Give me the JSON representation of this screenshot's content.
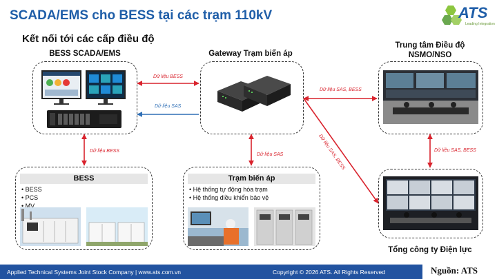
{
  "header": {
    "title": "SCADA/EMS cho BESS tại các trạm 110kV",
    "subtitle": "Kết nối tới các cấp điều độ"
  },
  "logo": {
    "text": "ATS",
    "tagline": "Leading Integration"
  },
  "nodes": {
    "bess_scada": {
      "title": "BESS SCADA/EMS"
    },
    "gateway": {
      "title": "Gateway Trạm biến áp"
    },
    "control_center": {
      "title_line1": "Trung tâm Điều độ",
      "title_line2": "NSMO/NSO"
    },
    "bess": {
      "heading": "BESS",
      "items": [
        "BESS",
        "PCS",
        "MV"
      ]
    },
    "substation": {
      "heading": "Trạm biến áp",
      "items": [
        "Hệ thống tự động hóa trạm",
        "Hệ thống điều khiển bảo vệ"
      ]
    },
    "utility": {
      "title": "Tổng công ty Điện lực"
    }
  },
  "links": {
    "scada_to_gateway": "Dữ liệu BESS",
    "gateway_to_scada": "Dữ liệu SAS",
    "scada_to_bess": "Dữ liệu BESS",
    "gateway_to_substation": "Dữ liệu SAS",
    "gateway_to_control": "Dữ liệu SAS, BESS",
    "gateway_to_utility": "Dữ liệu SAS, BESS",
    "control_to_utility": "Dữ liệu SAS, BESS"
  },
  "footer": {
    "company": "Applied Technical Systems Joint Stock Company  |  www.ats.com.vn",
    "copyright": "Copyright © 2026 ATS. All Rights Reserved"
  },
  "source": "Nguồn: ATS",
  "colors": {
    "accent": "#1f5ea8",
    "link_red": "#d9232d",
    "link_blue": "#2f6fb6",
    "footer": "#2253a0"
  }
}
